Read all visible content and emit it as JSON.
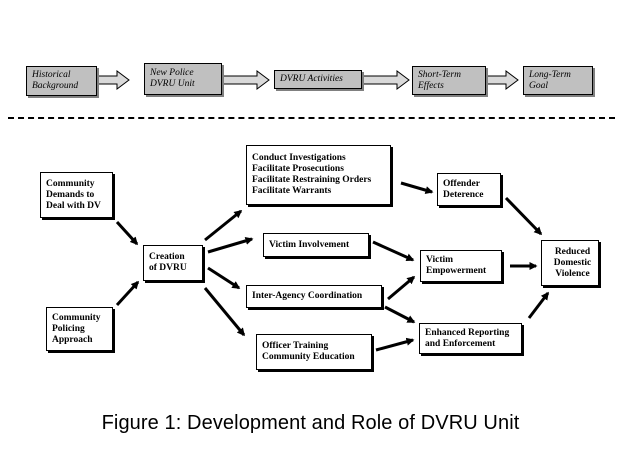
{
  "header": {
    "stages": [
      {
        "label": "Historical\nBackground"
      },
      {
        "label": "New Police\nDVRU Unit"
      },
      {
        "label": "DVRU Activities"
      },
      {
        "label": "Short-Term\nEffects"
      },
      {
        "label": "Long-Term\nGoal"
      }
    ]
  },
  "diagram": {
    "nodes": {
      "community_demands": "Community\nDemands to\nDeal with DV",
      "community_policing": "Community\nPolicing\nApproach",
      "creation": "Creation\nof DVRU",
      "conduct": "Conduct Investigations\nFacilitate Prosecutions\nFacilitate Restraining Orders\nFacilitate Warrants",
      "victim_involvement": "Victim Involvement",
      "inter_agency": "Inter-Agency Coordination",
      "officer_training": "Officer Training\nCommunity Education",
      "offender_deterrence": "Offender\nDeterence",
      "victim_empowerment": "Victim\nEmpowerment",
      "enhanced_reporting": "Enhanced Reporting\nand Enforcement",
      "reduced_dv": "Reduced\nDomestic\nViolence"
    }
  },
  "caption": "Figure 1:  Development and Role of DVRU Unit"
}
